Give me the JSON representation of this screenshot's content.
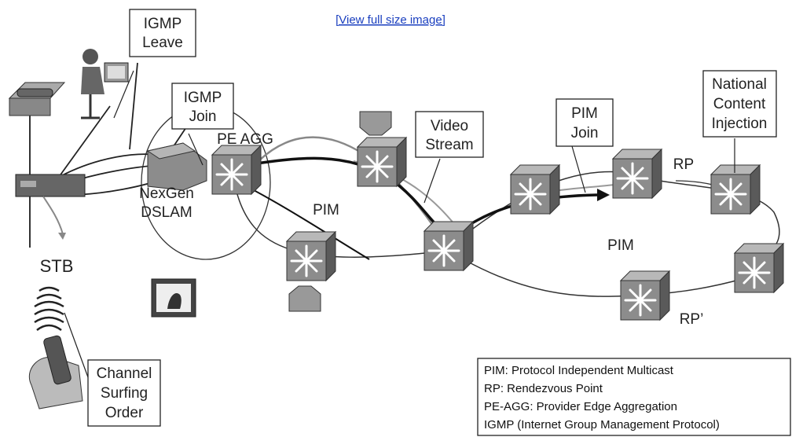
{
  "top_link": "[View full size image]",
  "callouts": {
    "igmp_leave": [
      "IGMP",
      "Leave"
    ],
    "igmp_join": [
      "IGMP",
      "Join"
    ],
    "video_stream": [
      "Video",
      "Stream"
    ],
    "pim_join": [
      "PIM",
      "Join"
    ],
    "national_content": [
      "National",
      "Content",
      "Injection"
    ],
    "channel_surfing": [
      "Channel",
      "Surfing",
      "Order"
    ]
  },
  "labels": {
    "pe_agg": "PE AGG",
    "nexgen_dslam": [
      "NexGen",
      "DSLAM"
    ],
    "pim_left": "PIM",
    "pim_right": "PIM",
    "rp": "RP",
    "rp_prime": "RP’",
    "stb": "STB"
  },
  "legend": [
    "PIM: Protocol Independent Multicast",
    "RP: Rendezvous Point",
    "PE-AGG: Provider Edge Aggregation",
    "IGMP (Internet Group Management Protocol)"
  ],
  "icons": {
    "router": "router-icon",
    "telephone": "telephone-icon",
    "pc_user": "pc-user-icon",
    "dslam": "dslam-icon",
    "stb_box": "set-top-box-icon",
    "remote": "remote-control-icon",
    "tv": "tv-icon",
    "video_server": "video-server-icon"
  },
  "colors": {
    "line": "#222222",
    "router_face": "#8a8a8a",
    "router_top": "#b5b5b5",
    "router_side": "#5c5c5c"
  }
}
